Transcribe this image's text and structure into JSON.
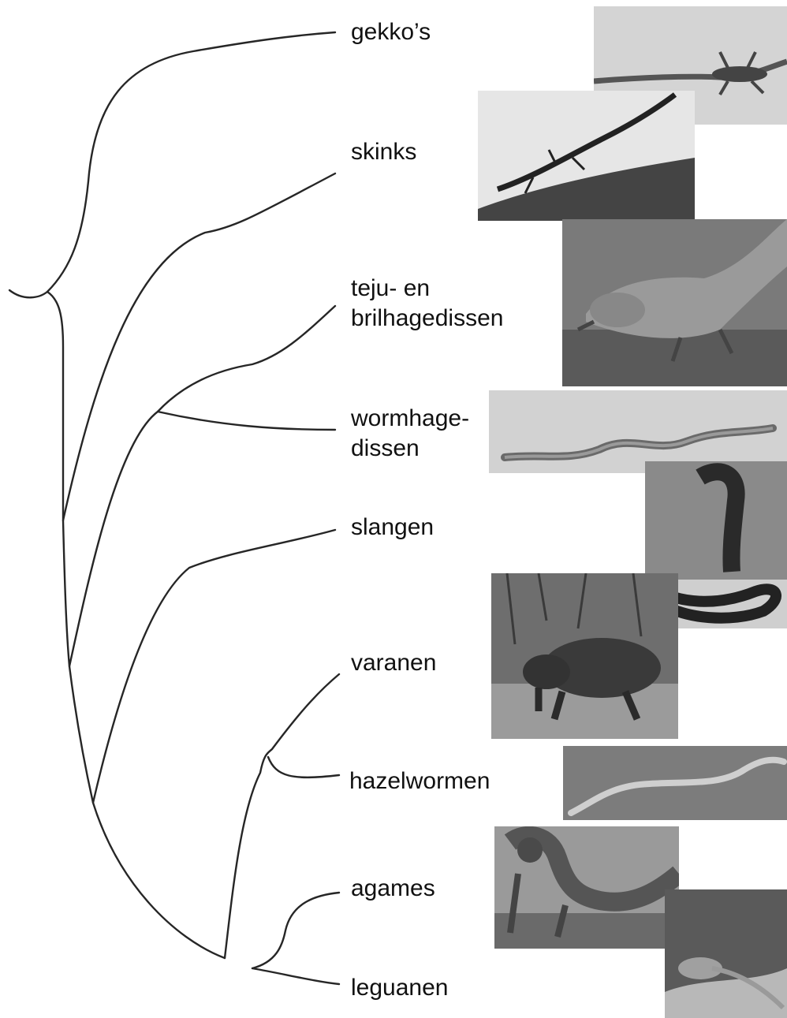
{
  "diagram": {
    "type": "phylogenetic-tree",
    "taxa": [
      {
        "id": "gekkos",
        "label": "gekko’s",
        "photo": "gecko-photo"
      },
      {
        "id": "skinks",
        "label": "skinks",
        "photo": "skink-photo"
      },
      {
        "id": "tejus",
        "label": "teju- en\nbrilhagedissen",
        "photo": "tegu-photo"
      },
      {
        "id": "wormhagedissen",
        "label": "wormhage-\ndissen",
        "photo": "worm-lizard-photo"
      },
      {
        "id": "slangen",
        "label": "slangen",
        "photo": "cobra-photo"
      },
      {
        "id": "varanen",
        "label": "varanen",
        "photo": "komodo-dragon-photo"
      },
      {
        "id": "hazelwormen",
        "label": "hazelwormen",
        "photo": "slow-worm-photo"
      },
      {
        "id": "agames",
        "label": "agames",
        "photo": "bearded-dragon-photo"
      },
      {
        "id": "leguanen",
        "label": "leguanen",
        "photo": "iguana-photo"
      }
    ],
    "colors": {
      "line": "#262626",
      "text": "#111111",
      "photo_dark": "#3a3a3a",
      "photo_mid": "#9a9a9a",
      "photo_light": "#d8d8d8"
    }
  }
}
